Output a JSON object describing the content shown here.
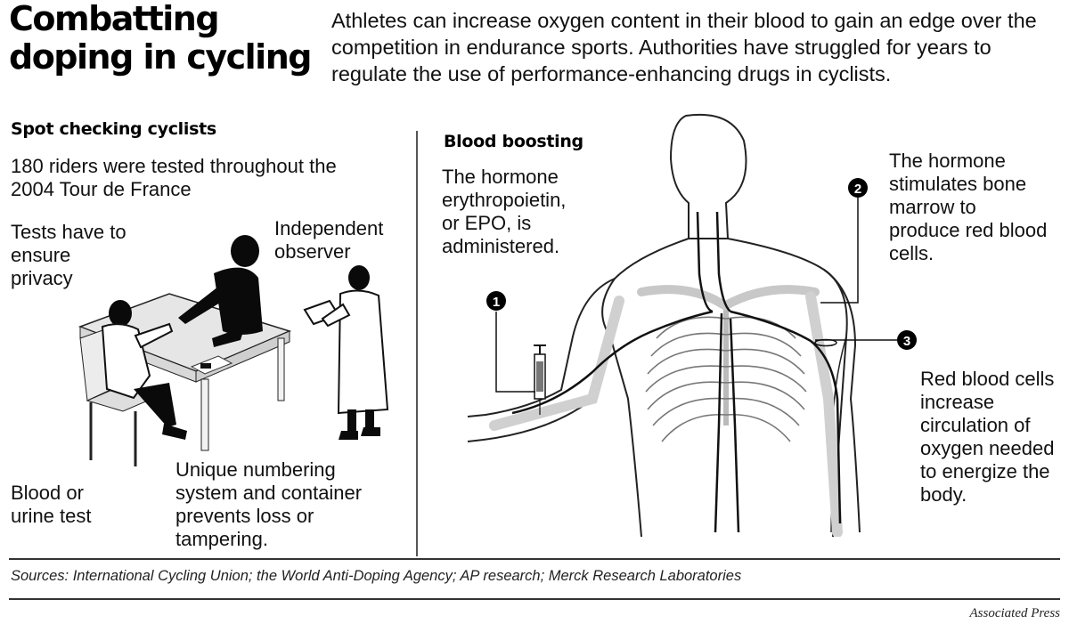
{
  "title": "Combatting doping in cycling",
  "intro": "Athletes can increase oxygen content in their blood to gain an edge over the competition in endurance sports. Authorities have struggled for years to regulate the use of performance-enhancing drugs in cyclists.",
  "left_panel": {
    "heading": "Spot checking cyclists",
    "stat": "180 riders were tested throughout the 2004 Tour de France",
    "privacy": "Tests have to ensure privacy",
    "observer": "Independent observer",
    "blood_test": "Blood or urine test",
    "numbering": "Unique numbering system and container prevents loss or tampering."
  },
  "right_panel": {
    "heading": "Blood boosting",
    "step1_text": "The hormone erythropoietin, or EPO, is administered.",
    "step2_text": "The hormone stimulates bone marrow to produce red blood cells.",
    "step3_text": "Red blood cells increase circulation of oxygen needed to energize the body.",
    "markers": [
      "1",
      "2",
      "3"
    ]
  },
  "sources": "Sources: International Cycling Union; the World Anti-Doping Agency; AP research; Merck Research Laboratories",
  "credit": "Associated Press"
}
